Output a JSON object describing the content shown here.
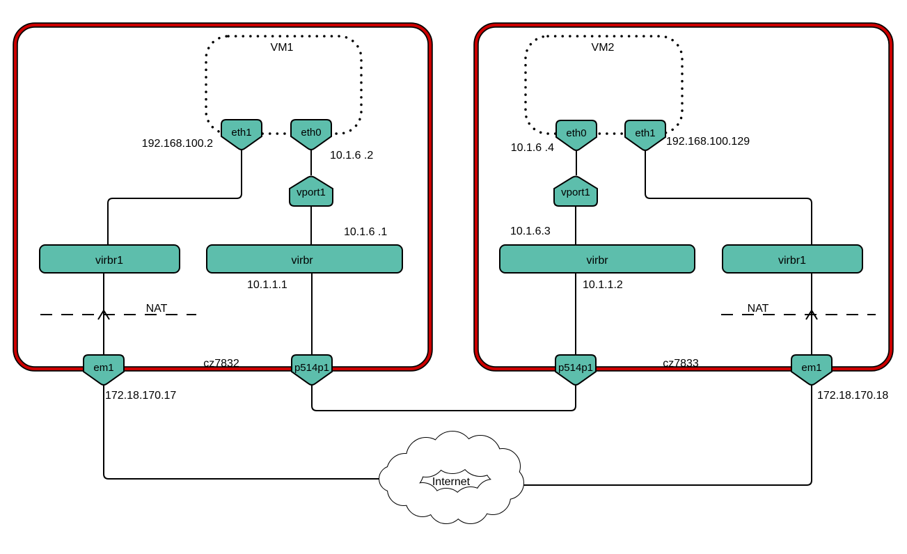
{
  "colors": {
    "node_fill": "#5dbeac",
    "node_stroke": "#000000",
    "host_border_red": "#cc0000",
    "line": "#000000",
    "background": "#ffffff"
  },
  "internet": {
    "label": "Internet"
  },
  "hosts": [
    {
      "vm": {
        "label": "VM1"
      },
      "nics": {
        "eth1": "eth1",
        "eth0": "eth0",
        "vport": "vport1",
        "wan": "em1",
        "data": "p514p1"
      },
      "bridges": {
        "virbr1": "virbr1",
        "virbr": "virbr"
      },
      "ips": {
        "eth1": "192.168.100.2",
        "eth0": "10.1.6 .2",
        "virbr_upper": "10.1.6 .1",
        "virbr_lower": "10.1.1.1",
        "wan": "172.18.170.17"
      },
      "nat_label": "NAT",
      "data_link_label": "cz7832"
    },
    {
      "vm": {
        "label": "VM2"
      },
      "nics": {
        "eth0": "eth0",
        "eth1": "eth1",
        "vport": "vport1",
        "wan": "em1",
        "data": "p514p1"
      },
      "bridges": {
        "virbr": "virbr",
        "virbr1": "virbr1"
      },
      "ips": {
        "eth0": "10.1.6 .4",
        "eth1": "192.168.100.129",
        "virbr_upper": "10.1.6.3",
        "virbr_lower": "10.1.1.2",
        "wan": "172.18.170.18"
      },
      "nat_label": "NAT",
      "data_link_label": "cz7833"
    }
  ]
}
